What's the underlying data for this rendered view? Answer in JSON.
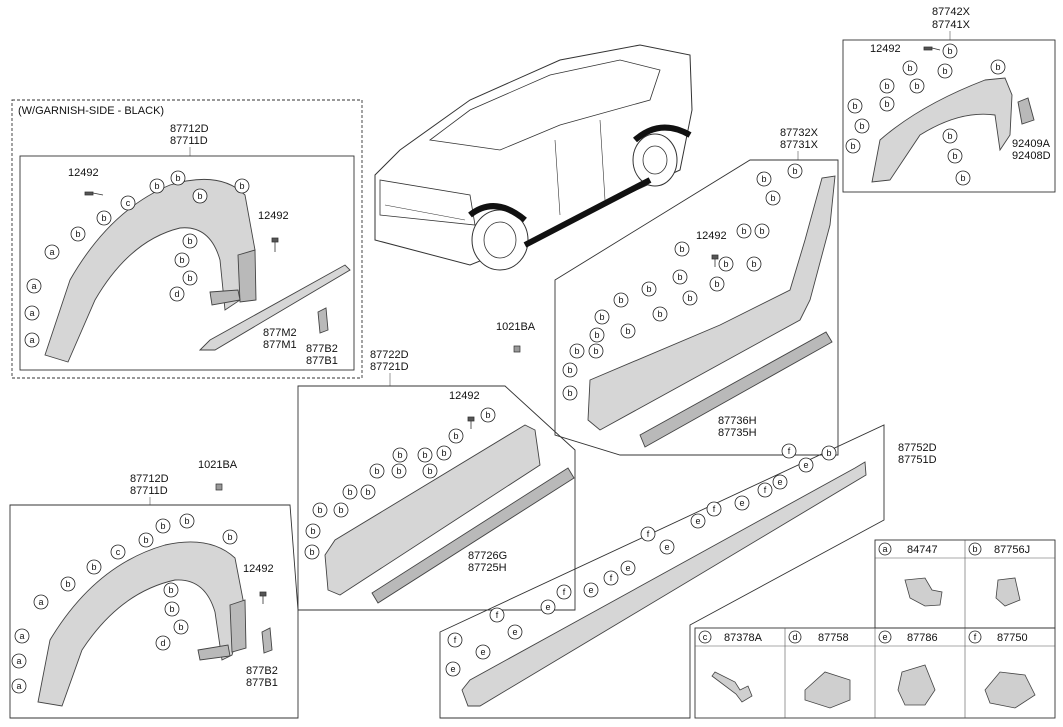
{
  "header": {
    "garnish_note": "(W/GARNISH-SIDE - BLACK)"
  },
  "parts": {
    "p87712D_top": "87712D",
    "p87711D_top": "87711D",
    "p87712D_bot": "87712D",
    "p87711D_bot": "87711D",
    "p12492": "12492",
    "p877M2": "877M2",
    "p877M1": "877M1",
    "p877B2": "877B2",
    "p877B1": "877B1",
    "p87742X": "87742X",
    "p87741X": "87741X",
    "p92409A": "92409A",
    "p92408D": "92408D",
    "p87732X": "87732X",
    "p87731X": "87731X",
    "p1021BA": "1021BA",
    "p87736H": "87736H",
    "p87735H": "87735H",
    "p87722D": "87722D",
    "p87721D": "87721D",
    "p87726G": "87726G",
    "p87725H": "87725H",
    "p87752D": "87752D",
    "p87751D": "87751D"
  },
  "legend": [
    {
      "key": "a",
      "part": "84747"
    },
    {
      "key": "b",
      "part": "87756J"
    },
    {
      "key": "c",
      "part": "87378A"
    },
    {
      "key": "d",
      "part": "87758"
    },
    {
      "key": "e",
      "part": "87786"
    },
    {
      "key": "f",
      "part": "87750"
    }
  ],
  "callout_letters": {
    "a": "a",
    "b": "b",
    "c": "c",
    "d": "d",
    "e": "e",
    "f": "f"
  }
}
